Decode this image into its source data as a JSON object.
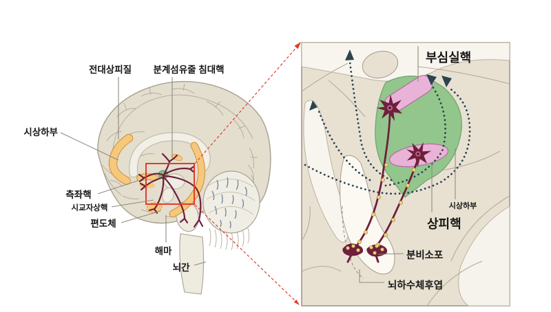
{
  "brain_panel": {
    "labels": {
      "anterior_cingulate": "전대상피질",
      "bnst": "분계섬유줄 침대핵",
      "hypothalamus": "시상하부",
      "nucleus_accumbens": "측좌핵",
      "suprachiasmatic": "시교자상핵",
      "amygdala": "편도체",
      "hippocampus": "해마",
      "brainstem": "뇌간"
    }
  },
  "inset_panel": {
    "labels": {
      "paraventricular": "부심실핵",
      "hypothalamus": "시상하부",
      "supraoptic": "상피핵",
      "secretory_vesicle": "분비소포",
      "posterior_pituitary": "뇌하수체후엽"
    }
  },
  "colors": {
    "background": "#ffffff",
    "brain_fill": "#e4decf",
    "outline_gray": "#a59e8e",
    "highlight_orange": "#f6c87e",
    "nucleus_green": "#93c68c",
    "nucleus_pink": "#e9b3d7",
    "fiber_maroon": "#6f1f3c",
    "vesicle_yellow": "#f2d17e",
    "projection_slate": "#2b4450",
    "callout_red": "#e13b2d"
  }
}
